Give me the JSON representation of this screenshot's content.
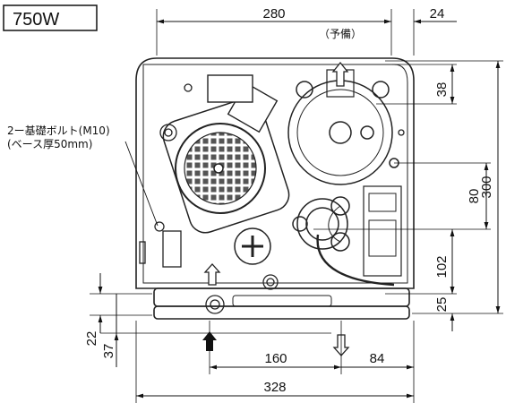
{
  "model_label": "750W",
  "spare_label": "（予備）",
  "bolt_label_line1": "2ー基礎ボルト(M10)",
  "bolt_label_line2": "(ベース厚50mm)",
  "dimensions": {
    "top_width": "280",
    "top_right": "24",
    "right_upper": "38",
    "right_mid": "80",
    "right_total": "300",
    "right_lower": "102",
    "right_bottom": "25",
    "left_a": "22",
    "left_b": "37",
    "bottom_a": "160",
    "bottom_b": "84",
    "bottom_total": "328"
  }
}
